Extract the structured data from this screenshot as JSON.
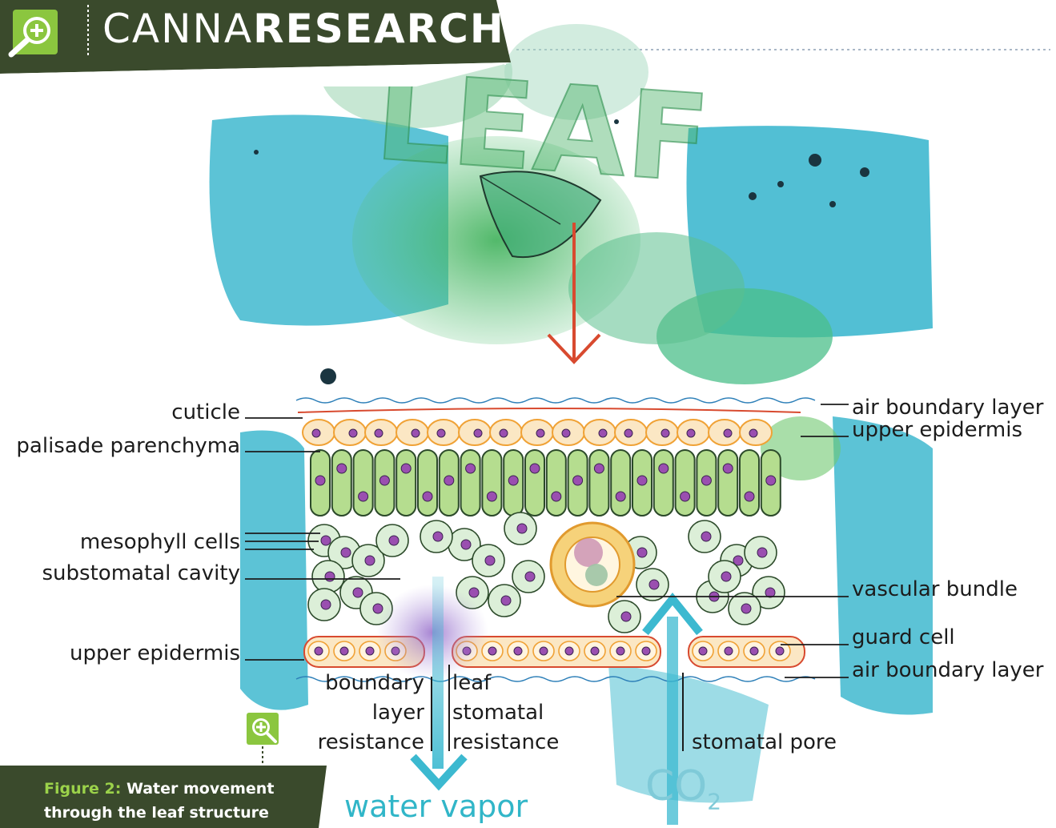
{
  "brand": {
    "light": "CANNA",
    "bold": "RESEARCH"
  },
  "title_art": "LEAF",
  "labels_left": {
    "cuticle": "cuticle",
    "palisade": "palisade parenchyma",
    "mesophyll": "mesophyll cells",
    "substomatal": "substomatal cavity",
    "upper_epidermis_bottom": "upper epidermis"
  },
  "labels_right": {
    "air_boundary_top": "air boundary layer",
    "upper_epidermis": "upper epidermis",
    "vascular": "vascular bundle",
    "guard_cell": "guard cell",
    "air_boundary_bottom": "air boundary layer"
  },
  "labels_bottom": {
    "boundary_1": "boundary",
    "boundary_2": "layer",
    "boundary_3": "resistance",
    "leaf_1": "leaf",
    "leaf_2": "stomatal",
    "leaf_3": "resistance",
    "stomatal_pore": "stomatal pore",
    "water_vapor": "water vapor",
    "co2_main": "CO",
    "co2_sub": "2"
  },
  "caption": {
    "figure_label": "Figure 2:",
    "figure_title_1": "Water movement",
    "figure_title_2": "through the leaf structure"
  },
  "colors": {
    "banner": "#3a4a2c",
    "accent_green": "#8bc63f",
    "teal": "#31b6c8",
    "leaf_green": "#3fae5a",
    "arrow_red": "#d84a2f",
    "cell_outline": "#f0a236",
    "cell_fill": "#fbe7c4",
    "palisade_fill": "#b5dd8f",
    "nucleus": "#9a4fb0"
  },
  "icons": [
    "zoom-plus-icon"
  ]
}
